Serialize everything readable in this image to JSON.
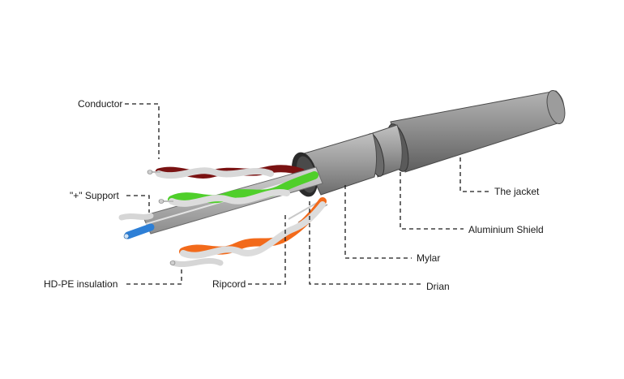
{
  "labels": {
    "conductor": "Conductor",
    "support": "\"+\" Support",
    "insulation": "HD-PE insulation",
    "ripcord": "Ripcord",
    "drain": "Drian",
    "mylar": "Mylar",
    "shield": "Aluminium Shield",
    "jacket": "The jacket"
  },
  "colors": {
    "jacket": "#8a8a8a",
    "shield": "#7d7d7d",
    "wire_red": "#7a1212",
    "wire_green": "#4fcf2a",
    "wire_orange": "#f26a1b",
    "wire_blue": "#2d7fd6",
    "support_cross": "#b5b5b5",
    "leader_line": "#1a1a1a"
  }
}
